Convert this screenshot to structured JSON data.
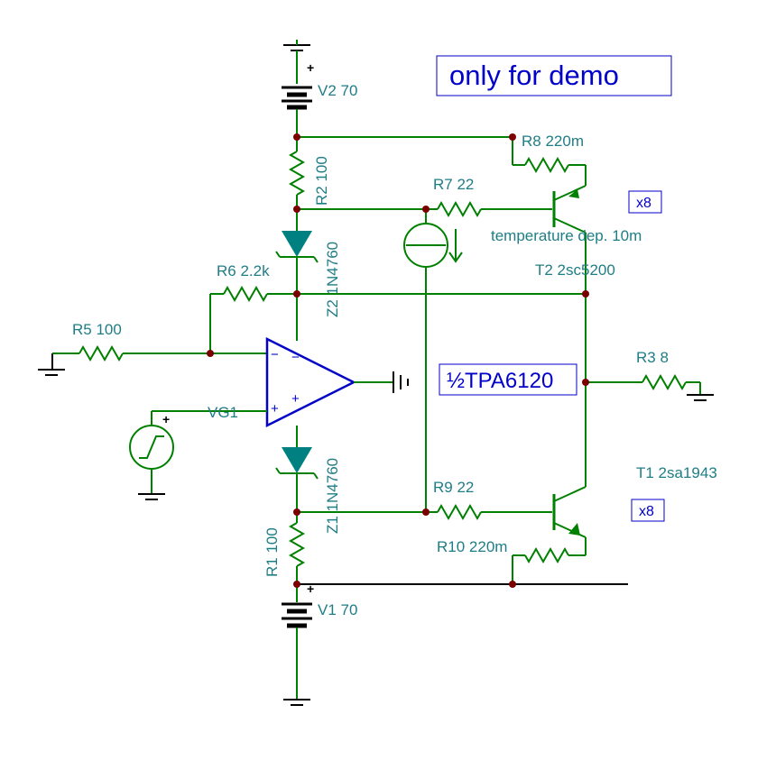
{
  "banner": {
    "text": "only for demo"
  },
  "ic_label": "½TPA6120",
  "multipliers": {
    "t2": "x8",
    "t1": "x8"
  },
  "sources": {
    "v2": "V2 70",
    "v1": "V1 70",
    "vg1": "VG1"
  },
  "resistors": {
    "r1": "R1 100",
    "r2": "R2 100",
    "r3": "R3 8",
    "r5": "R5 100",
    "r6": "R6 2.2k",
    "r7": "R7 22",
    "r8": "R8 220m",
    "r9": "R9 22",
    "r10": "R10 220m"
  },
  "zeners": {
    "z1": "Z1 1N4760",
    "z2": "Z2 1N4760"
  },
  "transistors": {
    "t1": "T1 2sa1943",
    "t2": "T2 2sc5200"
  },
  "current_source_note": "temperature dep. 10m",
  "opamp_pins": {
    "inverting": "−",
    "noninverting": "+"
  },
  "polarity": {
    "plus": "+"
  },
  "colors": {
    "wire": "#008000",
    "label": "#1f7d86",
    "highlight_box": "#0000c8",
    "node": "#7a0000"
  }
}
